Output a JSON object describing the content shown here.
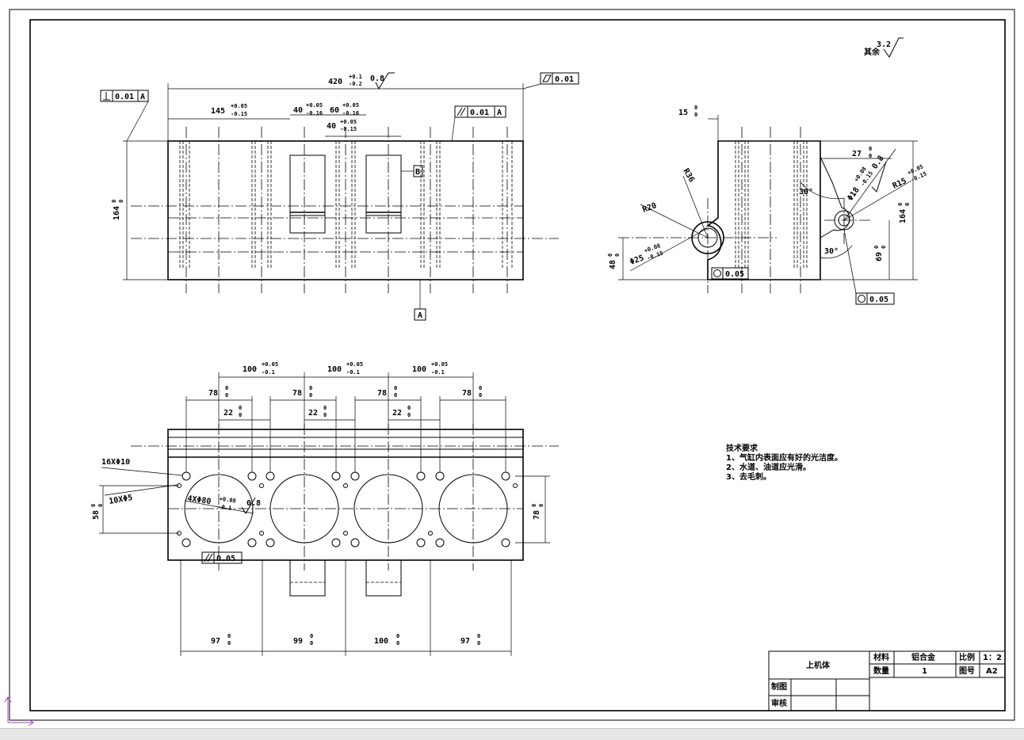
{
  "roughness": {
    "value": "3.2",
    "label": "其余"
  },
  "front_view": {
    "dim_overall_length": "420",
    "dim_overall_length_tol_upper": "+0.1",
    "dim_overall_length_tol_lower": "-0.2",
    "roughness_top": "0.8",
    "flatness_value": "0.01",
    "perpendicularity": {
      "value": "0.01",
      "datum": "A"
    },
    "parallelism": {
      "value": "0.01",
      "datum": "A"
    },
    "dim_145": "145",
    "dim_40a": "40",
    "dim_60": "60",
    "dim_40b": "40",
    "tol_upper": "+0.05",
    "tol_lower_16": "-0.16",
    "tol_lower_15": "-0.15",
    "dim_height": "164",
    "zero": "0",
    "label_b": "B",
    "datum_a": "A"
  },
  "side_view": {
    "dim_15": "15",
    "dim_27": "27",
    "r36": "R36",
    "r20": "R20",
    "r15": "R15",
    "r15_tol_upper": "+0.05",
    "r15_tol_lower": "-0.15",
    "phi18": "Φ18",
    "phi18_tol_upper": "+0.08",
    "phi18_tol_lower": "-0.15",
    "roughness": "0.8",
    "angle_top": "30°",
    "angle_bottom": "30°",
    "dim_164": "164",
    "dim_69": "69",
    "dim_48": "48",
    "phi25": "Φ25",
    "phi25_tol_upper": "+0.08",
    "phi25_tol_lower": "-0.15",
    "circularity_1": "0.05",
    "circularity_2": "0.05"
  },
  "top_view": {
    "pitch": [
      "100",
      "100",
      "100"
    ],
    "pitch_tol_upper": "+0.05",
    "pitch_tol_lower": "-0.1",
    "dim_78": [
      "78",
      "78",
      "78",
      "78"
    ],
    "dim_22": [
      "22",
      "22",
      "22"
    ],
    "zero": "0",
    "holes_16": "16XΦ10",
    "holes_10": "10XΦ5",
    "bores": "4XΦ80",
    "bores_tol_upper": "+0.08",
    "bores_tol_lower": "-0.1",
    "roughness": "0.8",
    "dim_58": "58",
    "dim_78_right": "78",
    "parallelism_value": "0.05",
    "bottom_dims": [
      "97",
      "99",
      "100",
      "97"
    ]
  },
  "tech_requirements": {
    "title": "技术要求",
    "items": [
      "1、气缸内表面应有好的光洁度。",
      "2、水道、油道应光滑。",
      "3、去毛刺。"
    ]
  },
  "title_block": {
    "part_name": "上机体",
    "material_label": "材料",
    "material": "铝合金",
    "scale_label": "比例",
    "scale": "1：2",
    "quantity_label": "数量",
    "quantity": "1",
    "drawing_no_label": "图号",
    "drawing_no": "A2",
    "drawn_label": "制图",
    "checked_label": "审核"
  }
}
